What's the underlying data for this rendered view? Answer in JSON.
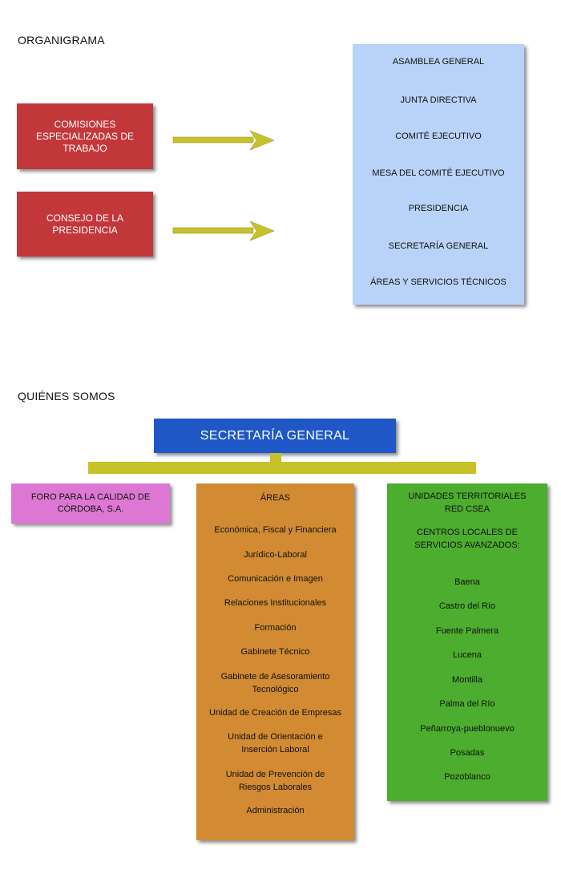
{
  "organigrama": {
    "heading": "ORGANIGRAMA",
    "left_boxes": [
      {
        "label": "COMISIONES ESPECIALIZADAS DE TRABAJO"
      },
      {
        "label": "CONSEJO DE LA PRESIDENCIA"
      }
    ],
    "governing_bodies": [
      "ASAMBLEA GENERAL",
      "JUNTA DIRECTIVA",
      "COMITÉ EJECUTIVO",
      "MESA DEL COMITÉ EJECUTIVO",
      "PRESIDENCIA",
      "SECRETARÍA GENERAL",
      "ÁREAS Y SERVICIOS TÉCNICOS"
    ]
  },
  "quienes_somos": {
    "heading": "QUIÉNES SOMOS",
    "top_box": "SECRETARÍA GENERAL",
    "foro": "FORO PARA LA CALIDAD DE CÓRDOBA, S.A.",
    "areas": {
      "title": "ÁREAS",
      "items": [
        "Económica, Fiscal y Financiera",
        "Jurídico-Laboral",
        "Comunicación e Imagen",
        "Relaciones Institucionales",
        "Formación",
        "Gabinete Técnico",
        "Gabinete de Asesoramiento Tecnológico",
        "Unidad de Creación de Empresas",
        "Unidad de Orientación e Inserción Laboral",
        "Unidad de Prevención de Riesgos Laborales",
        "Administración"
      ]
    },
    "unidades": {
      "title": "UNIDADES TERRITORIALES RED CSEA",
      "subtitle": "CENTROS LOCALES DE SERVICIOS AVANZADOS:",
      "items": [
        "Baena",
        "Castro del Río",
        "Fuente Palmera",
        "Lucena",
        "Montilla",
        "Palma del Río",
        "Peñarroya-pueblonuevo",
        "Posadas",
        "Pozoblanco"
      ]
    }
  },
  "colors": {
    "red": "#c2373a",
    "light_blue": "#b9d3f8",
    "arrow_yellow": "#c8c22a",
    "dark_blue": "#1f58c6",
    "pink": "#dc78d3",
    "orange": "#d28b32",
    "green": "#4cad2f"
  }
}
